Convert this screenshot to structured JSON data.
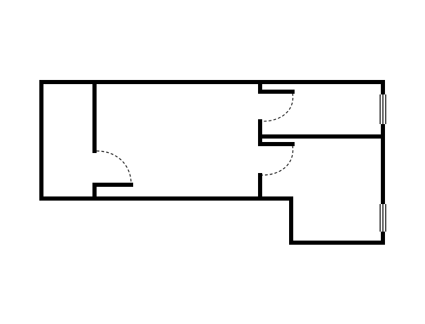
{
  "colors": {
    "wall": "#000000",
    "door_swing": "#000000",
    "window": "#000000",
    "window_fill": "#ffffff",
    "background": "#ffffff"
  },
  "floorplan": {
    "rooms": [
      {
        "name": "left-narrow-room"
      },
      {
        "name": "main-room"
      },
      {
        "name": "upper-right-room"
      },
      {
        "name": "lower-right-room"
      }
    ],
    "doors": [
      {
        "name": "door-left-room"
      },
      {
        "name": "door-upper-right-room"
      },
      {
        "name": "door-lower-right-room"
      }
    ],
    "windows": [
      {
        "name": "window-upper-right"
      },
      {
        "name": "window-lower-right"
      }
    ]
  }
}
